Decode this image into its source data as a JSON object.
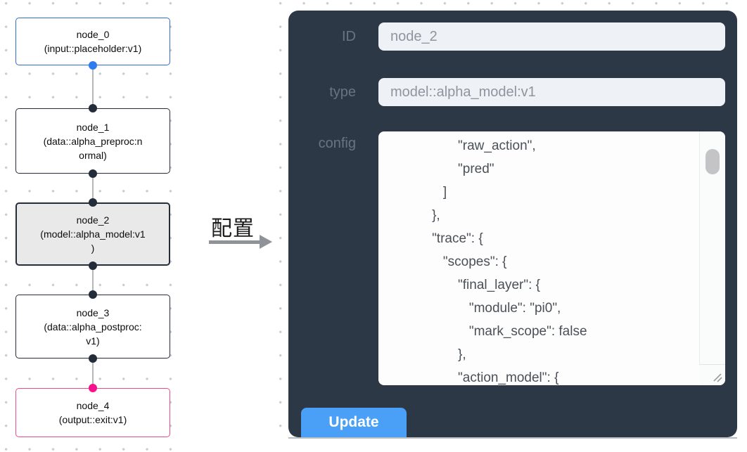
{
  "flow": {
    "nodes": [
      {
        "id": "node_0",
        "label": "node_0\n(input::placeholder:v1)",
        "role": "input"
      },
      {
        "id": "node_1",
        "label": "node_1\n(data::alpha_preproc:n\normal)",
        "role": "data"
      },
      {
        "id": "node_2",
        "label": "node_2\n(model::alpha_model:v1\n)",
        "role": "model-selected"
      },
      {
        "id": "node_3",
        "label": "node_3\n(data::alpha_postproc:\nv1)",
        "role": "data"
      },
      {
        "id": "node_4",
        "label": "node_4\n(output::exit:v1)",
        "role": "output"
      }
    ]
  },
  "arrow": {
    "label": "配置"
  },
  "panel": {
    "id": {
      "label": "ID",
      "value": "node_2"
    },
    "type": {
      "label": "type",
      "value": "model::alpha_model:v1"
    },
    "config": {
      "label": "config",
      "value": "                  \"raw_action\",\n                  \"pred\"\n              ]\n           },\n           \"trace\": {\n              \"scopes\": {\n                  \"final_layer\": {\n                     \"module\": \"pi0\",\n                     \"mark_scope\": false\n                  },\n                  \"action_model\": {"
    },
    "update_button": "Update"
  },
  "colors": {
    "panel_background": "#2d3847",
    "update_button": "#4aa0f7",
    "input_node_border": "#2f6bd0",
    "output_node_border": "#ec4a8b",
    "selected_node_background": "#e9e9ea",
    "default_node_border": "#262d39",
    "port_blue": "#2d7df0",
    "port_pink": "#f5128b",
    "field_background": "#eef1f5",
    "field_text": "#8f959e",
    "panel_label_text": "#6a7480",
    "config_text": "#4b5057"
  }
}
